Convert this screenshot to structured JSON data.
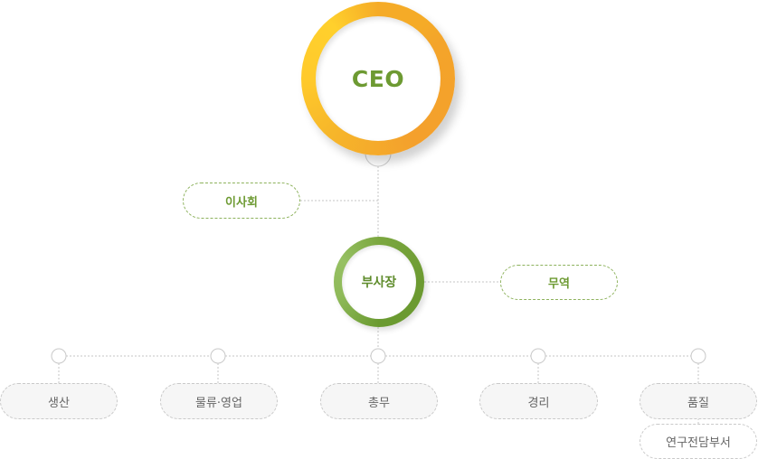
{
  "org": {
    "ceo": {
      "label": "CEO"
    },
    "board": {
      "label": "이사회"
    },
    "vice_president": {
      "label": "부사장"
    },
    "trade": {
      "label": "무역"
    },
    "departments": [
      {
        "label": "생산"
      },
      {
        "label": "물류·영업"
      },
      {
        "label": "총무"
      },
      {
        "label": "경리"
      },
      {
        "label": "품질"
      }
    ],
    "rnd": {
      "label": "연구전담부서"
    }
  },
  "colors": {
    "ceo_ring": "#f5ab27",
    "ceo_ring_light": "#ffcf2c",
    "ceo_text": "#6d9a32",
    "vp_ring": "#6c9a31",
    "vp_ring_light": "#96c063",
    "green_text": "#6d9a32",
    "connector": "#c8c8c8",
    "grey_pill_bg": "#f6f6f6",
    "grey_text": "#666666"
  }
}
